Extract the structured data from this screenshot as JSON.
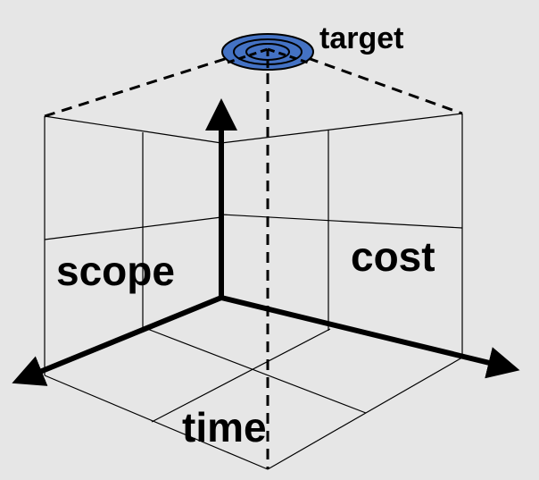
{
  "labels": {
    "target": "target",
    "scope": "scope",
    "cost": "cost",
    "time": "time"
  },
  "colors": {
    "target_fill": "#4472c4",
    "background": "#e6e6e6",
    "line": "#000000"
  }
}
